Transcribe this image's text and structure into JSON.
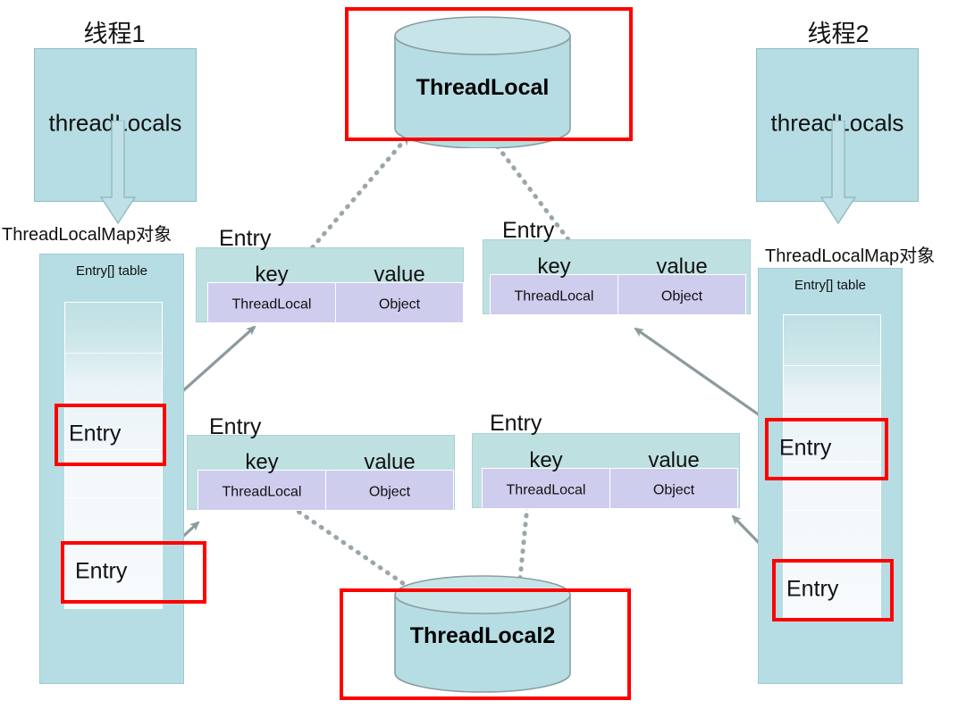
{
  "diagram": {
    "title_left": "线程1",
    "title_right": "线程2",
    "thread_field_label": "threadLocals",
    "map_label_left": "ThreadLocalMap对象",
    "map_label_right": "ThreadLocalMap对象",
    "table_caption": "Entry[] table",
    "entry_cell_label": "Entry",
    "entry_box_title": "Entry",
    "key_head": "key",
    "value_head": "value",
    "key_sub": "ThreadLocal",
    "value_sub": "Object",
    "cylinder_top": "ThreadLocal",
    "cylinder_bottom": "ThreadLocal2"
  },
  "colors": {
    "thread_fill": "#b6dde3",
    "thread_stroke": "#8fbcc4",
    "entry_fill": "#bfe0e1",
    "kv_fill": "#cfcdee",
    "cylinder_fill": "#b6dde3",
    "highlight": "#ff0000",
    "connector": "#8c9a9e"
  },
  "threads": [
    {
      "id": "thread-1",
      "title": "线程1",
      "field": "threadLocals",
      "map_label": "ThreadLocalMap对象",
      "table_caption": "Entry[] table",
      "cells": [
        "Entry",
        "Entry"
      ]
    },
    {
      "id": "thread-2",
      "title": "线程2",
      "field": "threadLocals",
      "map_label": "ThreadLocalMap对象",
      "table_caption": "Entry[] table",
      "cells": [
        "Entry",
        "Entry"
      ]
    }
  ],
  "entries": [
    {
      "id": "entry-top-left",
      "title": "Entry",
      "key_head": "key",
      "value_head": "value",
      "key_sub": "ThreadLocal",
      "value_sub": "Object"
    },
    {
      "id": "entry-top-right",
      "title": "Entry",
      "key_head": "key",
      "value_head": "value",
      "key_sub": "ThreadLocal",
      "value_sub": "Object"
    },
    {
      "id": "entry-bottom-left",
      "title": "Entry",
      "key_head": "key",
      "value_head": "value",
      "key_sub": "ThreadLocal",
      "value_sub": "Object"
    },
    {
      "id": "entry-bottom-right",
      "title": "Entry",
      "key_head": "key",
      "value_head": "value",
      "key_sub": "ThreadLocal",
      "value_sub": "Object"
    }
  ],
  "cylinders": [
    {
      "id": "threadlocal-1",
      "label": "ThreadLocal",
      "highlighted": true
    },
    {
      "id": "threadlocal-2",
      "label": "ThreadLocal2",
      "highlighted": true
    }
  ]
}
